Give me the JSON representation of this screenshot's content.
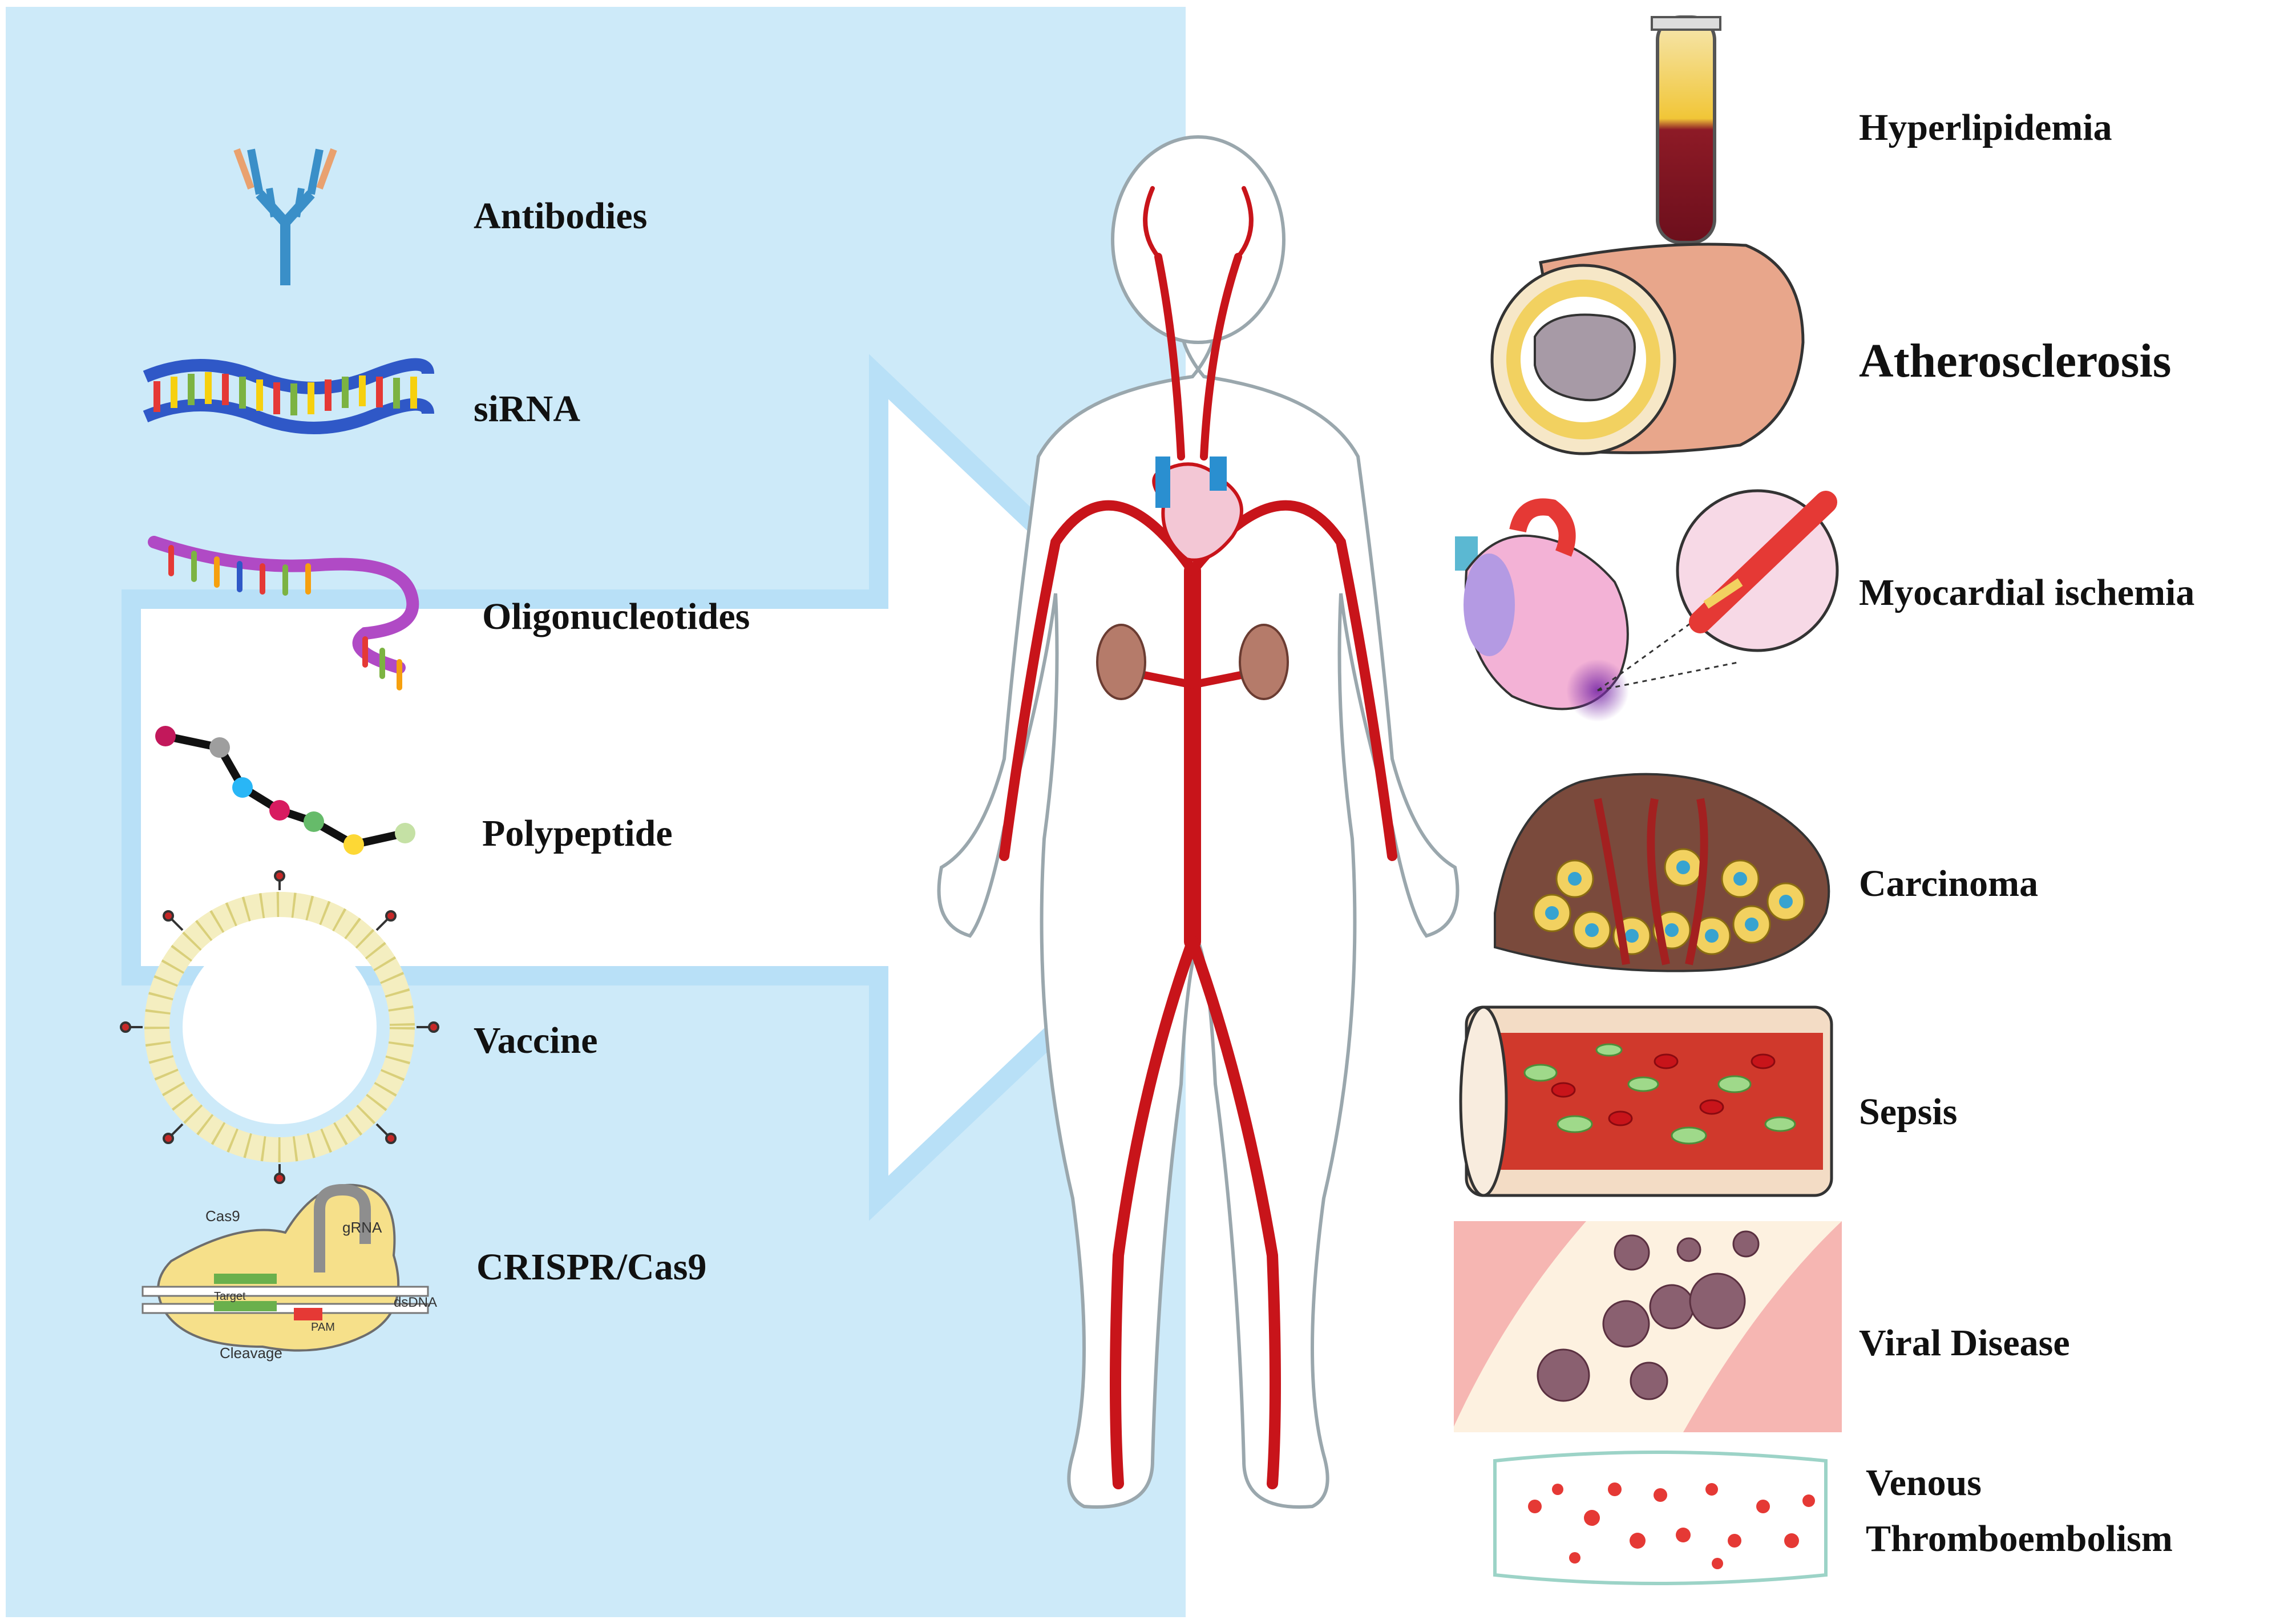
{
  "therapeutics": [
    {
      "label": "Antibodies",
      "icon": "antibody-icon"
    },
    {
      "label": "siRNA",
      "icon": "sirna-icon"
    },
    {
      "label": "Oligonucleotides",
      "icon": "oligonucleotide-icon"
    },
    {
      "label": "Polypeptide",
      "icon": "polypeptide-icon"
    },
    {
      "label": "Vaccine",
      "icon": "vaccine-liposome-icon"
    },
    {
      "label": "CRISPR/Cas9",
      "icon": "crispr-cas9-icon"
    }
  ],
  "crispr_diagram": {
    "cas9": "Cas9",
    "grna": "gRNA",
    "target": "Target",
    "pam": "PAM",
    "dsdna": "dsDNA",
    "cleavage": "Cleavage"
  },
  "diseases": [
    {
      "label": "Hyperlipidemia",
      "icon": "blood-tube-icon"
    },
    {
      "label": "Atherosclerosis",
      "icon": "artery-plaque-icon"
    },
    {
      "label": "Myocardial ischemia",
      "icon": "heart-ischemia-icon"
    },
    {
      "label": "Carcinoma",
      "icon": "tumor-tissue-icon"
    },
    {
      "label": "Sepsis",
      "icon": "blood-vessel-bacteria-icon"
    },
    {
      "label": "Viral Disease",
      "icon": "virus-icon"
    },
    {
      "label": "Venous",
      "icon": "thrombus-icon"
    },
    {
      "label": "Thromboembolism",
      "icon": "thrombus-icon"
    }
  ],
  "colors": {
    "panel": "#cdeaf9",
    "arrow": "#ffffff",
    "vessel": "#c8141a",
    "vein": "#2a8fd0"
  }
}
